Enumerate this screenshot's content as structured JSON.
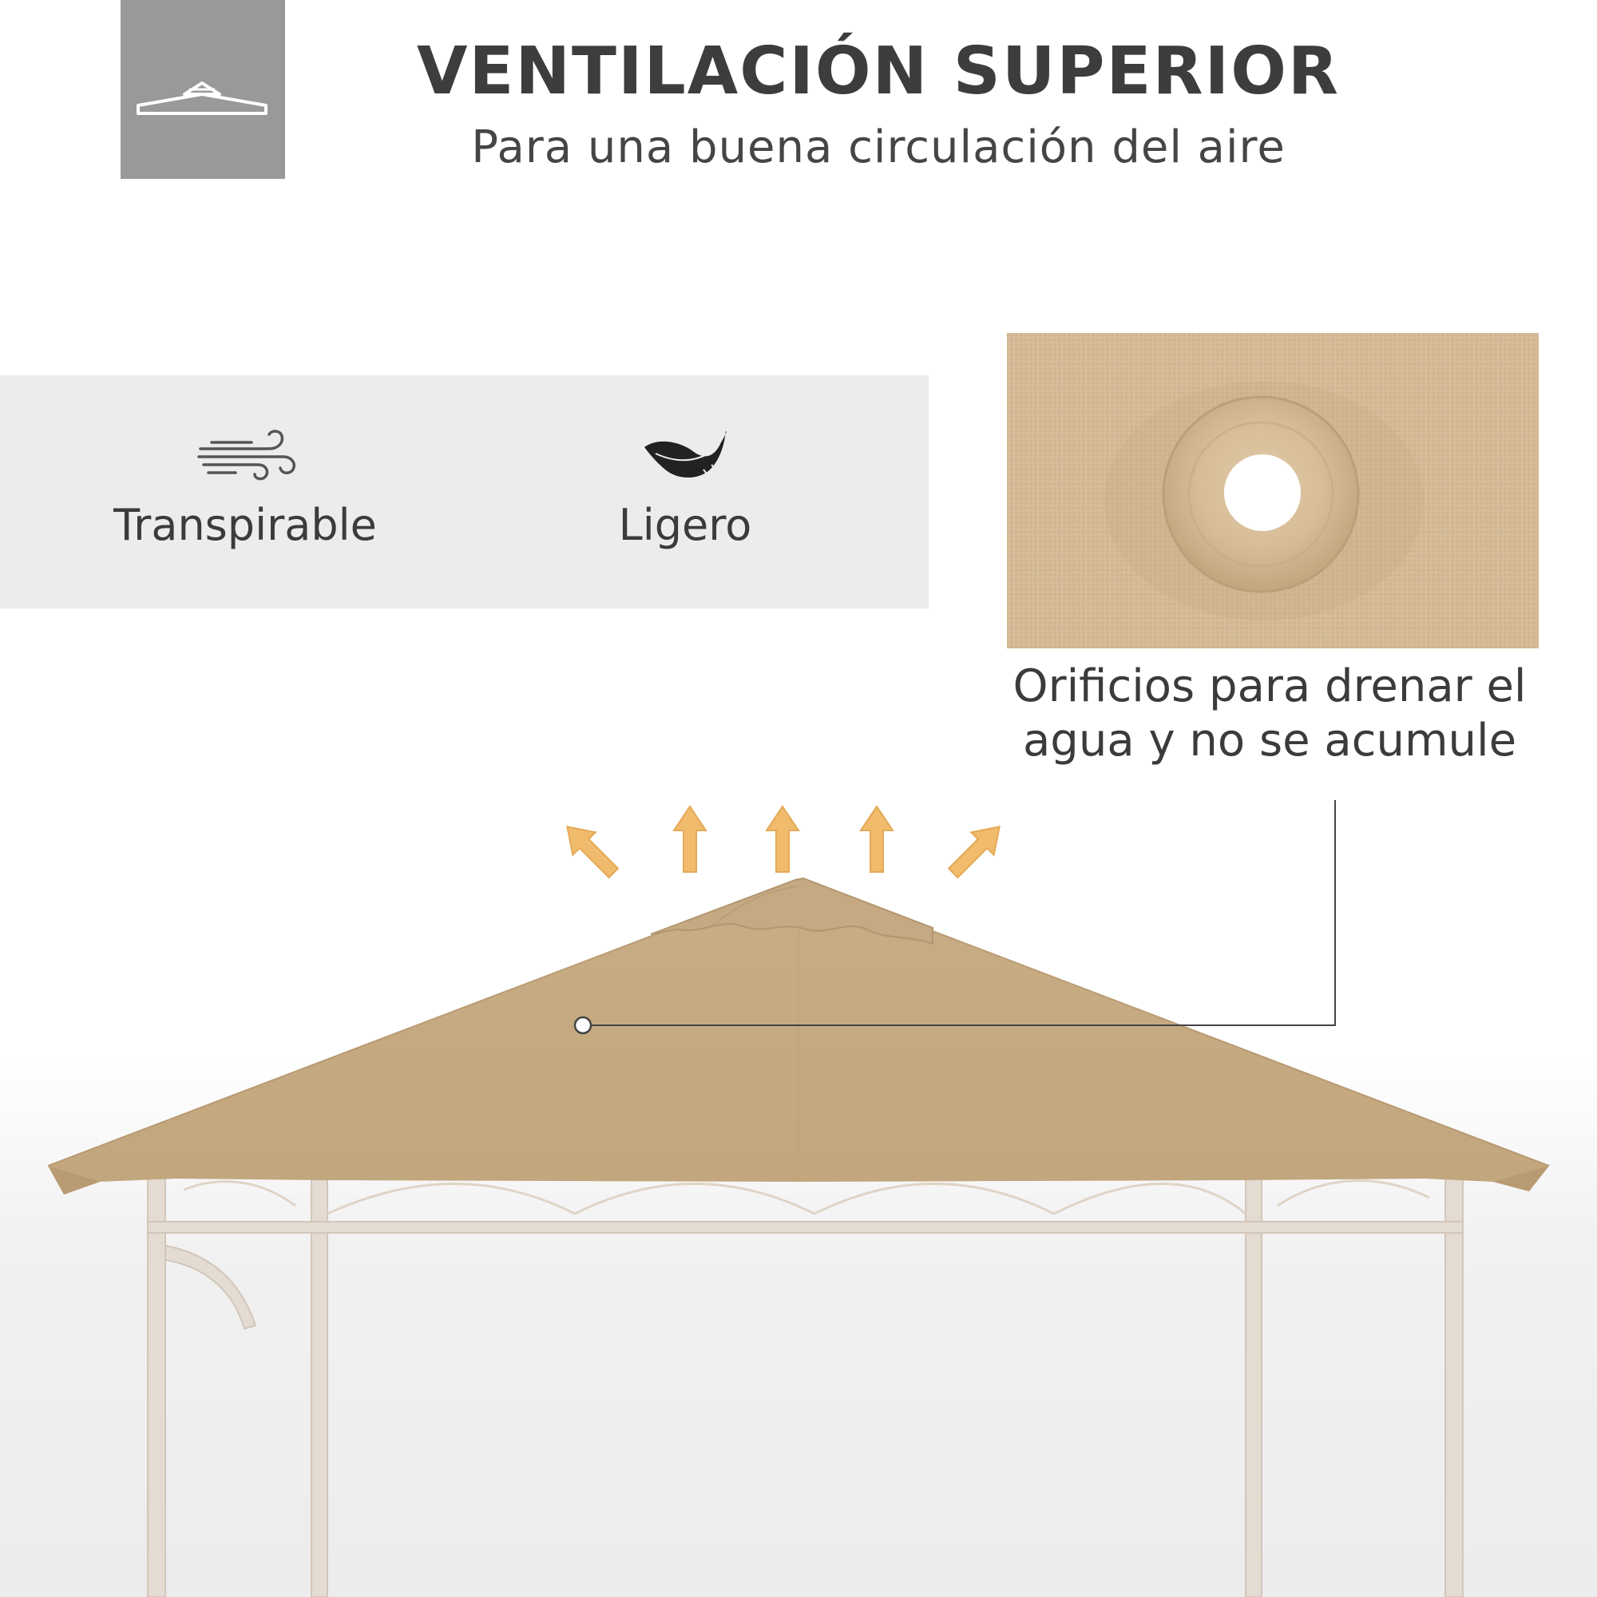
{
  "header": {
    "title": "VENTILACIÓN SUPERIOR",
    "subtitle": "Para una buena circulación del aire"
  },
  "features": [
    {
      "icon": "wind-icon",
      "label": "Transpirable"
    },
    {
      "icon": "feather-icon",
      "label": "Ligero"
    }
  ],
  "callout": {
    "line1": "Orificios para drenar el",
    "line2": "agua y no se acumule"
  },
  "colors": {
    "canopy": "#c7ab83",
    "frame": "#e3d9cf",
    "band": "#ececec",
    "logo_box": "#999999",
    "arrows": "#efb760",
    "text": "#3c3c3c"
  }
}
